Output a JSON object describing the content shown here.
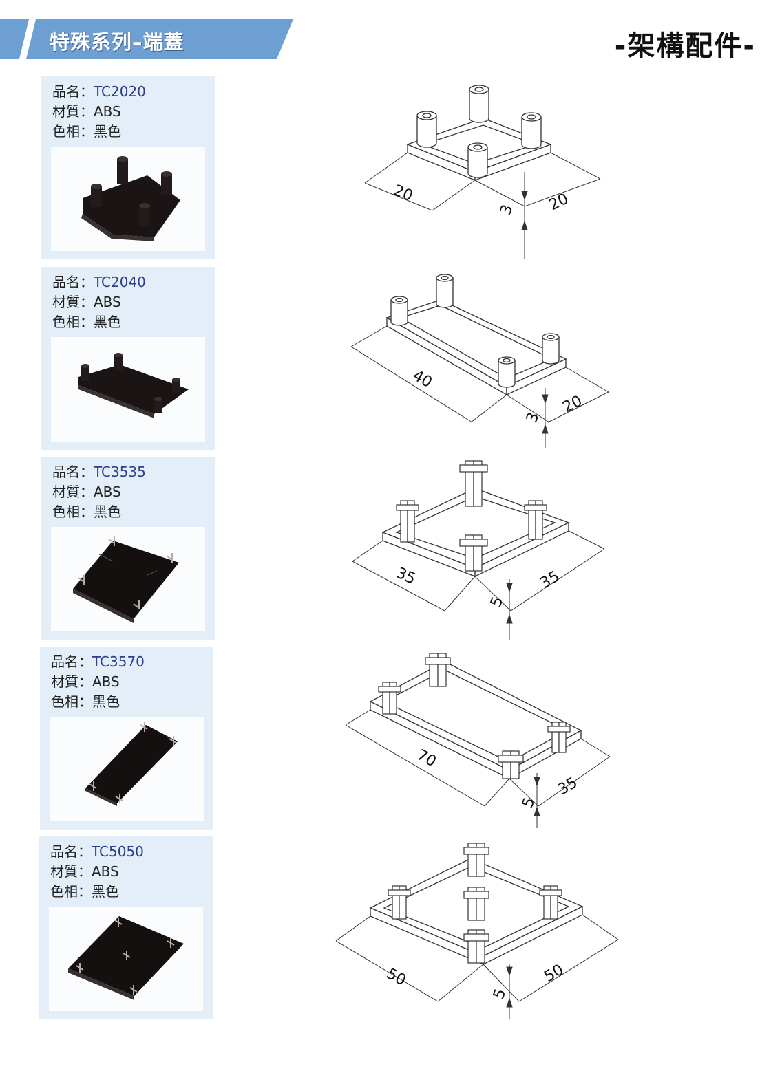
{
  "header": {
    "series_title": "特殊系列–端蓋",
    "section_label": "-架構配件-",
    "banner_color": "#6e9fd2"
  },
  "field_labels": {
    "name": "品名",
    "material": "材質",
    "color": "色相",
    "separator": "："
  },
  "products": [
    {
      "model": "TC2020",
      "material": "ABS",
      "color": "黑色",
      "dimensions": {
        "length": "20",
        "width": "20",
        "thickness": "3"
      }
    },
    {
      "model": "TC2040",
      "material": "ABS",
      "color": "黑色",
      "dimensions": {
        "length": "40",
        "width": "20",
        "thickness": "3"
      }
    },
    {
      "model": "TC3535",
      "material": "ABS",
      "color": "黑色",
      "dimensions": {
        "length": "35",
        "width": "35",
        "thickness": "5"
      }
    },
    {
      "model": "TC3570",
      "material": "ABS",
      "color": "黑色",
      "dimensions": {
        "length": "70",
        "width": "35",
        "thickness": "5"
      }
    },
    {
      "model": "TC5050",
      "material": "ABS",
      "color": "黑色",
      "dimensions": {
        "length": "50",
        "width": "50",
        "thickness": "5"
      }
    }
  ],
  "icons": {
    "photo": "end-cap-photo-icon",
    "drawing": "end-cap-isometric-drawing"
  }
}
